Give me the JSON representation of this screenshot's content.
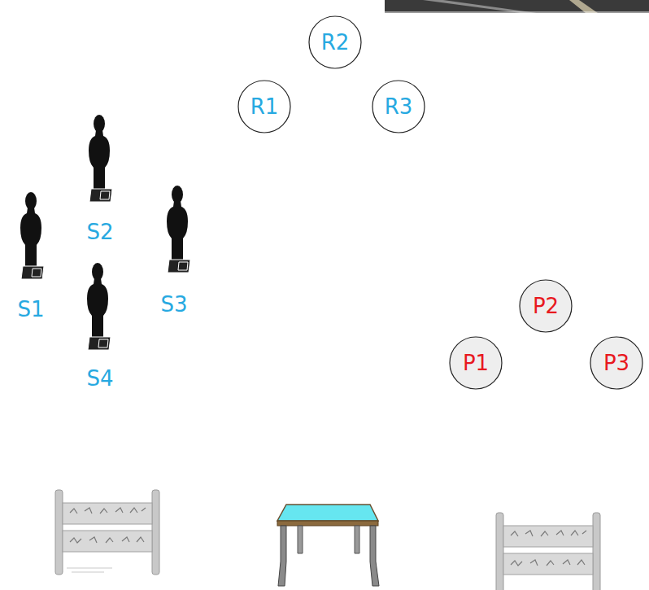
{
  "diagram": {
    "nodes": [
      {
        "text": [
          "R2"
        ]
      },
      {
        "text": [
          "R1"
        ]
      },
      {
        "text": [
          "R3"
        ]
      },
      {
        "text": [
          "P2"
        ]
      },
      {
        "text": [
          "P1"
        ]
      },
      {
        "text": [
          "P3"
        ]
      }
    ],
    "labels": [
      "S2",
      "S1",
      "S3",
      "S4"
    ]
  }
}
